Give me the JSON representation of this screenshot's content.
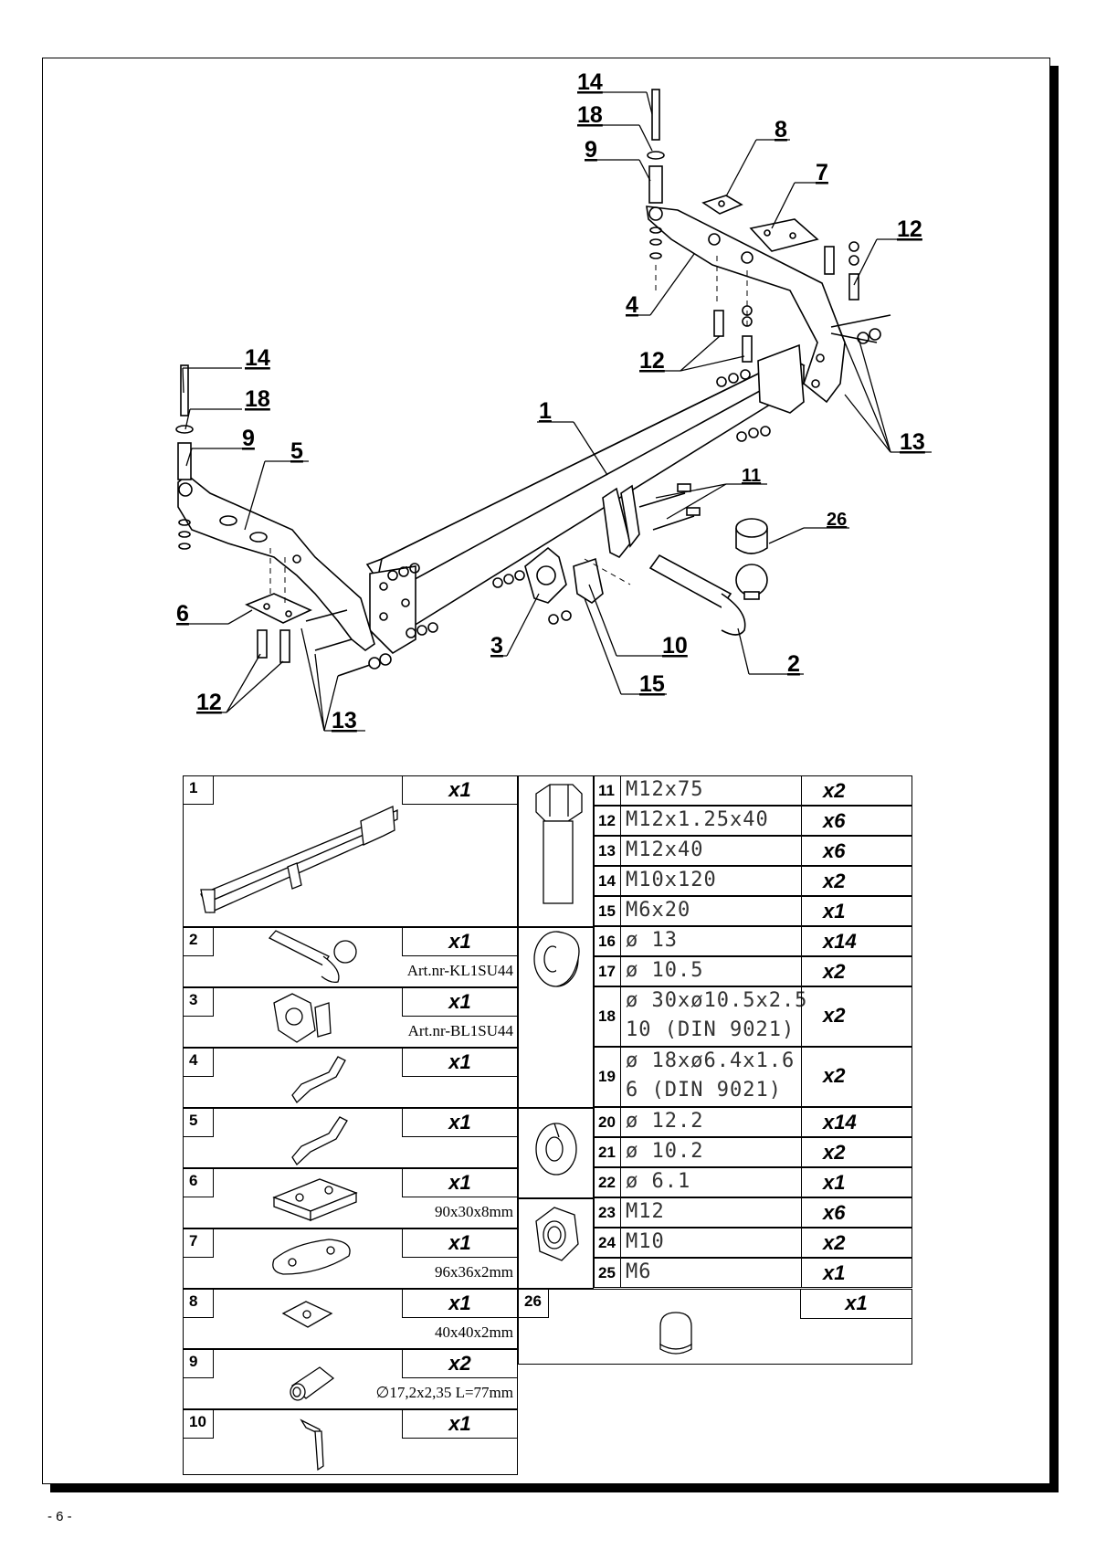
{
  "callouts": {
    "c14a": "14",
    "c18a": "18",
    "c9a": "9",
    "c8": "8",
    "c7": "7",
    "c12a": "12",
    "c4": "4",
    "c12b": "12",
    "c13a": "13",
    "c11": "11",
    "c1": "1",
    "c14b": "14",
    "c18b": "18",
    "c9b": "9",
    "c5": "5",
    "c26": "26",
    "c6": "6",
    "c3": "3",
    "c10": "10",
    "c2": "2",
    "c15": "15",
    "c12c": "12",
    "c13b": "13"
  },
  "parts_left": [
    {
      "num": "1",
      "qty": "x1",
      "note": ""
    },
    {
      "num": "2",
      "qty": "x1",
      "note": "Art.nr-KL1SU44"
    },
    {
      "num": "3",
      "qty": "x1",
      "note": "Art.nr-BL1SU44"
    },
    {
      "num": "4",
      "qty": "x1",
      "note": ""
    },
    {
      "num": "5",
      "qty": "x1",
      "note": ""
    },
    {
      "num": "6",
      "qty": "x1",
      "note": "90x30x8mm"
    },
    {
      "num": "7",
      "qty": "x1",
      "note": "96x36x2mm"
    },
    {
      "num": "8",
      "qty": "x1",
      "note": "40x40x2mm"
    },
    {
      "num": "9",
      "qty": "x2",
      "note": "∅17,2x2,35 L=77mm"
    },
    {
      "num": "10",
      "qty": "x1",
      "note": ""
    }
  ],
  "parts_right": [
    {
      "num": "11",
      "spec": "M12x75",
      "spec2": "",
      "qty": "x2"
    },
    {
      "num": "12",
      "spec": "M12x1.25x40",
      "spec2": "",
      "qty": "x6"
    },
    {
      "num": "13",
      "spec": "M12x40",
      "spec2": "",
      "qty": "x6"
    },
    {
      "num": "14",
      "spec": "M10x120",
      "spec2": "",
      "qty": "x2"
    },
    {
      "num": "15",
      "spec": "M6x20",
      "spec2": "",
      "qty": "x1"
    },
    {
      "num": "16",
      "spec": "ø 13",
      "spec2": "",
      "qty": "x14"
    },
    {
      "num": "17",
      "spec": "ø 10.5",
      "spec2": "",
      "qty": "x2"
    },
    {
      "num": "18",
      "spec": "ø 30xø10.5x2.5",
      "spec2": "10  (DIN 9021)",
      "qty": "x2"
    },
    {
      "num": "19",
      "spec": "ø 18xø6.4x1.6",
      "spec2": "6   (DIN 9021)",
      "qty": "x2"
    },
    {
      "num": "20",
      "spec": "ø 12.2",
      "spec2": "",
      "qty": "x14"
    },
    {
      "num": "21",
      "spec": "ø 10.2",
      "spec2": "",
      "qty": "x2"
    },
    {
      "num": "22",
      "spec": "ø 6.1",
      "spec2": "",
      "qty": "x1"
    },
    {
      "num": "23",
      "spec": "M12",
      "spec2": "",
      "qty": "x6"
    },
    {
      "num": "24",
      "spec": "M10",
      "spec2": "",
      "qty": "x2"
    },
    {
      "num": "25",
      "spec": "M6",
      "spec2": "",
      "qty": "x1"
    },
    {
      "num": "26",
      "spec": "",
      "spec2": "",
      "qty": "x1"
    }
  ],
  "page_number": "- 6 -"
}
